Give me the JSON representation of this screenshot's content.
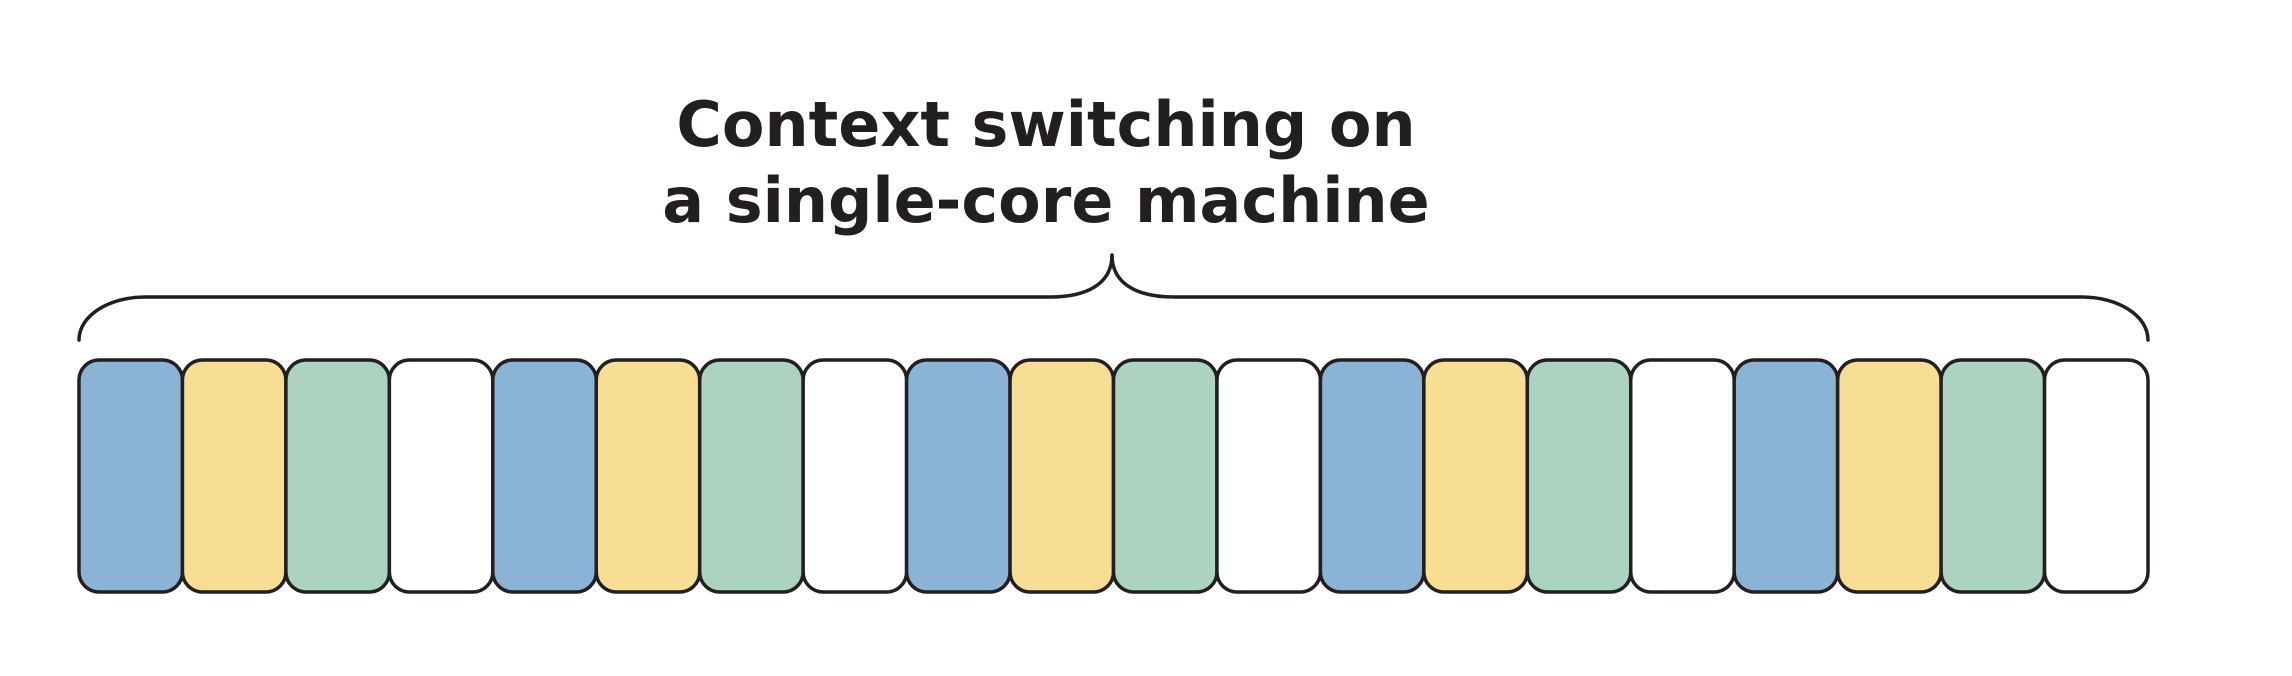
{
  "title": {
    "line1": "Context switching on",
    "line2": "a single-core machine"
  },
  "colors": {
    "outline": "#231f20",
    "task_a": "#8ab3d5",
    "task_b": "#f8dd94",
    "task_c": "#abd3c0",
    "task_d": "#ffffff"
  },
  "time_slices": [
    "task_a",
    "task_b",
    "task_c",
    "task_d",
    "task_a",
    "task_b",
    "task_c",
    "task_d",
    "task_a",
    "task_b",
    "task_c",
    "task_d",
    "task_a",
    "task_b",
    "task_c",
    "task_d",
    "task_a",
    "task_b",
    "task_c",
    "task_d"
  ]
}
